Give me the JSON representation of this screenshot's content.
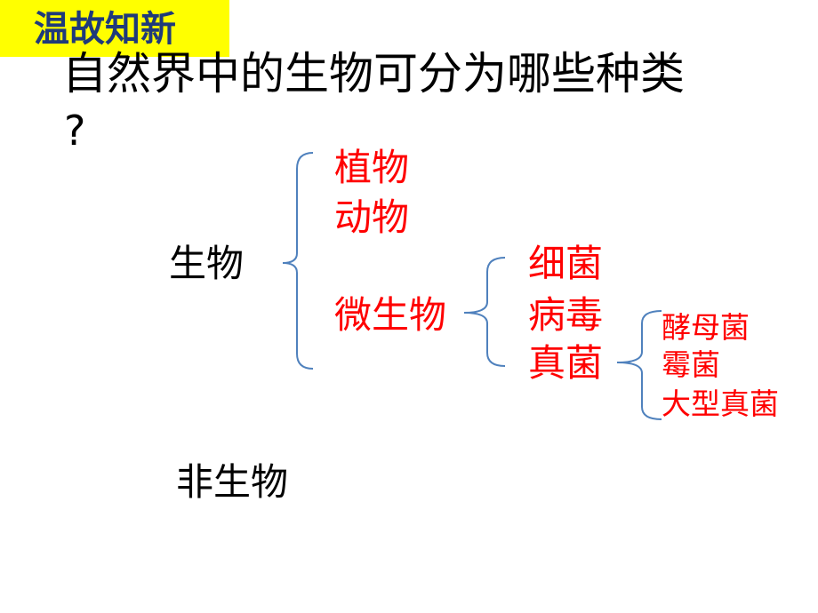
{
  "header": {
    "badge": "温故知新"
  },
  "question": {
    "line1": "自然界中的生物可分为哪些种类",
    "line2": "?"
  },
  "tree": {
    "root": "生物",
    "level1": [
      "植物",
      "动物",
      "微生物"
    ],
    "microbes": [
      "细菌",
      "病毒",
      "真菌"
    ],
    "fungi": [
      "酵母菌",
      "霉菌",
      "大型真菌"
    ],
    "non_living": "非生物"
  },
  "colors": {
    "badge_bg": "#ffff00",
    "badge_text": "#1f3a7a",
    "category_text": "#ff0000",
    "bracket": "#4f81bd"
  }
}
